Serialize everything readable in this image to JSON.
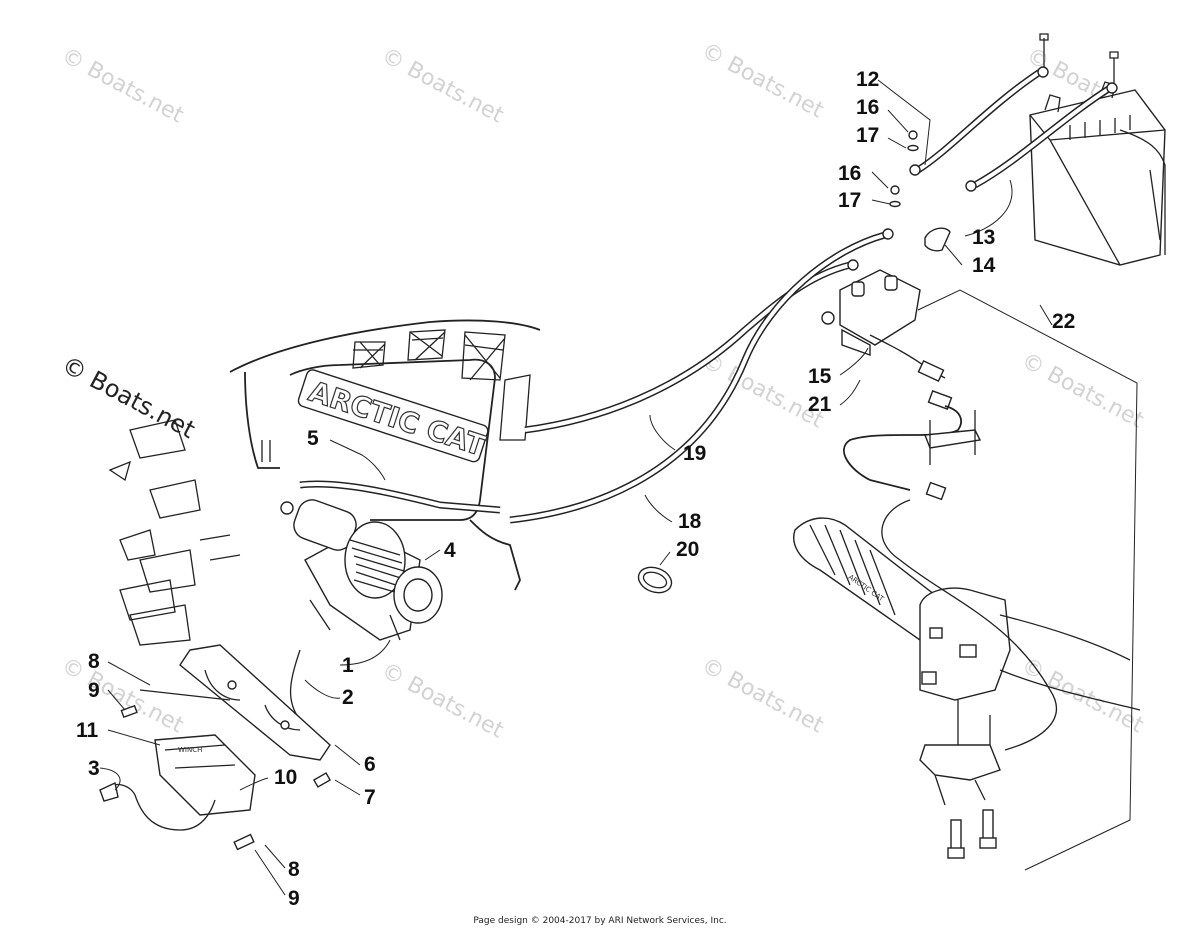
{
  "diagram": {
    "callouts": {
      "c1": "1",
      "c2": "2",
      "c3": "3",
      "c4": "4",
      "c5": "5",
      "c6": "6",
      "c7": "7",
      "c8a": "8",
      "c9a": "9",
      "c8b": "8",
      "c9b": "9",
      "c10": "10",
      "c11": "11",
      "c12": "12",
      "c16a": "16",
      "c17a": "17",
      "c16b": "16",
      "c17b": "17",
      "c13": "13",
      "c14": "14",
      "c15": "15",
      "c21": "21",
      "c19": "19",
      "c18": "18",
      "c20": "20",
      "c22": "22"
    },
    "watermark": "© Boats.net",
    "brand_label": "ARCTIC CAT",
    "grip_label": "ARCTIC CAT",
    "switch_label": "WINCH"
  },
  "footer": "Page design © 2004-2017 by ARI Network Services, Inc."
}
